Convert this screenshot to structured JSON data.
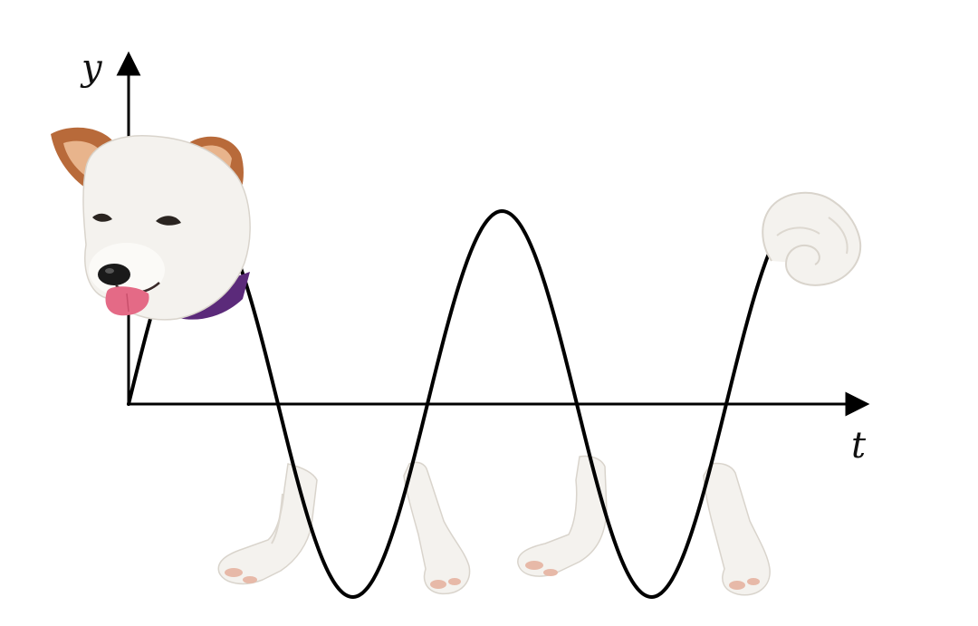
{
  "diagram": {
    "y_axis_label": "y",
    "x_axis_label": "t",
    "curve": {
      "shape": "sine-wave",
      "color": "#000000",
      "description_free": true
    },
    "illustration": {
      "head": "dog-head",
      "legs": [
        "front-left-leg",
        "front-right-leg",
        "back-left-leg",
        "back-right-leg"
      ],
      "tail": "curled-tail"
    },
    "colors": {
      "background": "#ffffff",
      "axis": "#000000",
      "fur": "#f4f2ee",
      "fur_shadow": "#d9d4cc",
      "ear": "#b86a3a",
      "ear_inner": "#e8b48c",
      "nose": "#1a1a1a",
      "tongue": "#e46a86",
      "collar": "#5b2a7a",
      "paw_pad": "#e7b9a8"
    }
  }
}
